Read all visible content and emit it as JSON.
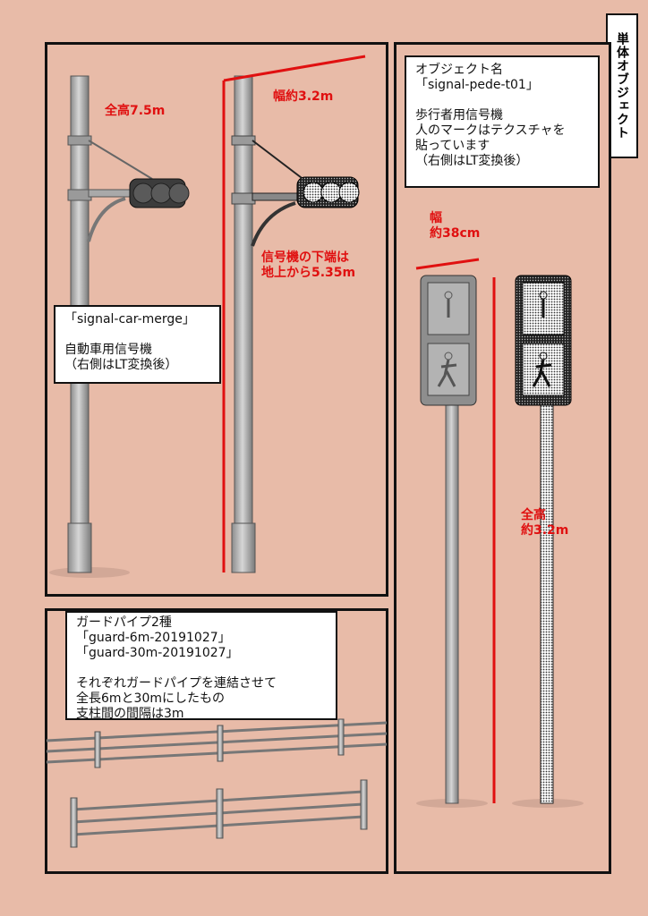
{
  "side_title": "単体オブジェクト",
  "car_panel": {
    "label_total_height": "全高7.5m",
    "label_width": "幅約3.2m",
    "label_signal_bottom": [
      "信号機の下端は",
      "地上から5.35m"
    ],
    "info_box": [
      "「signal-car-merge」",
      "",
      "自動車用信号機",
      "（右側はLT変換後）"
    ]
  },
  "pedestrian_panel": {
    "info_box": [
      "オブジェクト名",
      "「signal-pede-t01」",
      "",
      "歩行者用信号機",
      "人のマークはテクスチャを",
      "貼っています",
      "（右側はLT変換後）"
    ],
    "label_width": [
      "幅",
      "約38cm"
    ],
    "label_total_height": [
      "全高",
      "約3.2m"
    ]
  },
  "guard_panel": {
    "info_box": [
      "ガードパイプ2種",
      "「guard-6m-20191027」",
      "「guard-30m-20191027」",
      "",
      "それぞれガードパイプを連結させて",
      "全長6mと30mにしたもの",
      "支柱間の間隔は3m"
    ]
  },
  "colors": {
    "background": "#e8bba8",
    "annotation_red": "#e01010",
    "border": "#111111"
  }
}
